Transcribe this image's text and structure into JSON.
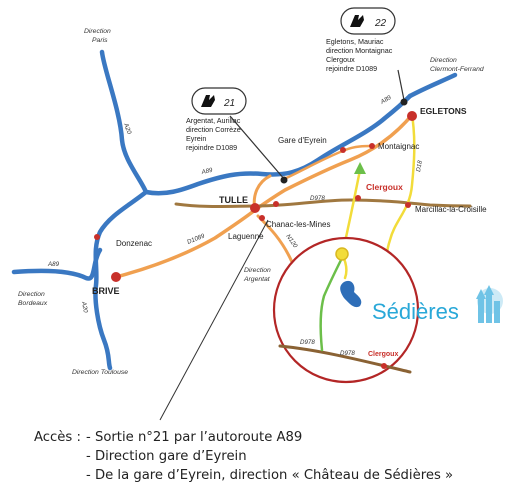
{
  "directions": {
    "paris": [
      "Direction",
      "Paris"
    ],
    "clermont": [
      "Direction",
      "Clermont-Ferrand"
    ],
    "bordeaux": [
      "Direction",
      "Bordeaux"
    ],
    "toulouse": [
      "Direction Toulouse"
    ],
    "argentat": [
      "Direction",
      "Argentat"
    ]
  },
  "exits": [
    {
      "number": "21",
      "lines": [
        "Argentat, Aurillac",
        "direction Corrèze",
        "Eyrein",
        "rejoindre D1089"
      ]
    },
    {
      "number": "22",
      "lines": [
        "Egletons, Mauriac",
        "direction Montaignac",
        "Clergoux",
        "rejoindre D1089"
      ]
    }
  ],
  "towns": {
    "egletons": "EGLETONS",
    "tulle": "TULLE",
    "brive": "BRIVE",
    "gare": "Gare d'Eyrein",
    "montaignac": "Montaignac",
    "clergoux": "Clergoux",
    "marcillac": "Marcillac-la-Croisille",
    "chanac": "Chanac-les-Mines",
    "laguenne": "Laguenne",
    "donzenac": "Donzenac",
    "clergoux_inset": "Clergoux"
  },
  "roads": {
    "a20_north": "A20",
    "a20_south": "A20",
    "a89_west": "A89",
    "a89_mid": "A89",
    "a89_east": "A89",
    "d1089": "D1089",
    "d978": "D978",
    "n120": "N120",
    "d18": "D18",
    "d978_inset_a": "D978",
    "d978_inset_b": "D978"
  },
  "logo": {
    "text": "Sédières"
  },
  "access": {
    "label": "Accès :",
    "items": [
      "- Sortie n°21 par l’autoroute A89",
      "- Direction gare d’Eyrein",
      "- De la gare d’Eyrein, direction « Château de Sédières »"
    ]
  },
  "colors": {
    "highway": "#3a78c2",
    "main_road": "#f0a050",
    "departmental": "#a07840",
    "d18": "#f2dc3a",
    "route_green": "#6cbf4a",
    "town_dot": "#c8302a",
    "circle": "#b32626",
    "logo": "#29a8d8"
  }
}
